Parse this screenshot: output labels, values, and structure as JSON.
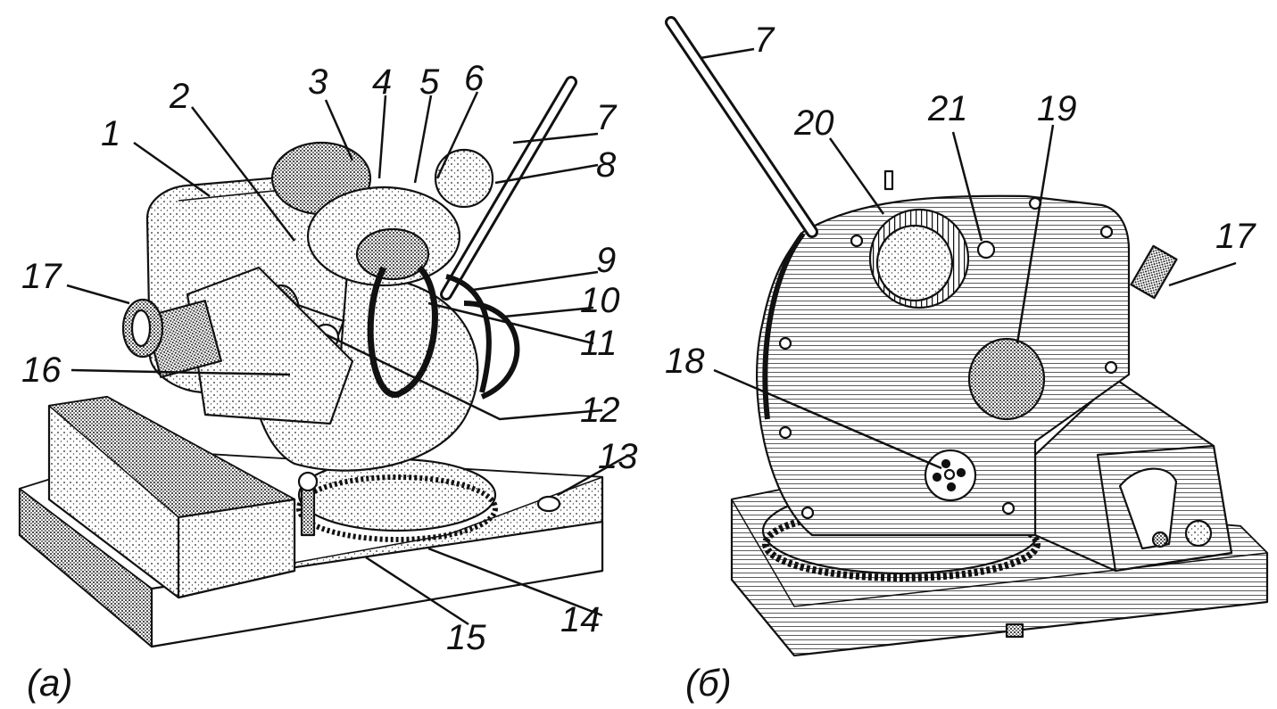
{
  "figure_a": {
    "caption": "(а)",
    "labels": [
      "1",
      "2",
      "3",
      "4",
      "5",
      "6",
      "7",
      "8",
      "9",
      "10",
      "11",
      "12",
      "13",
      "14",
      "15",
      "16",
      "17"
    ]
  },
  "figure_b": {
    "caption": "(б)",
    "labels": [
      "7",
      "20",
      "21",
      "19",
      "17",
      "18"
    ]
  }
}
